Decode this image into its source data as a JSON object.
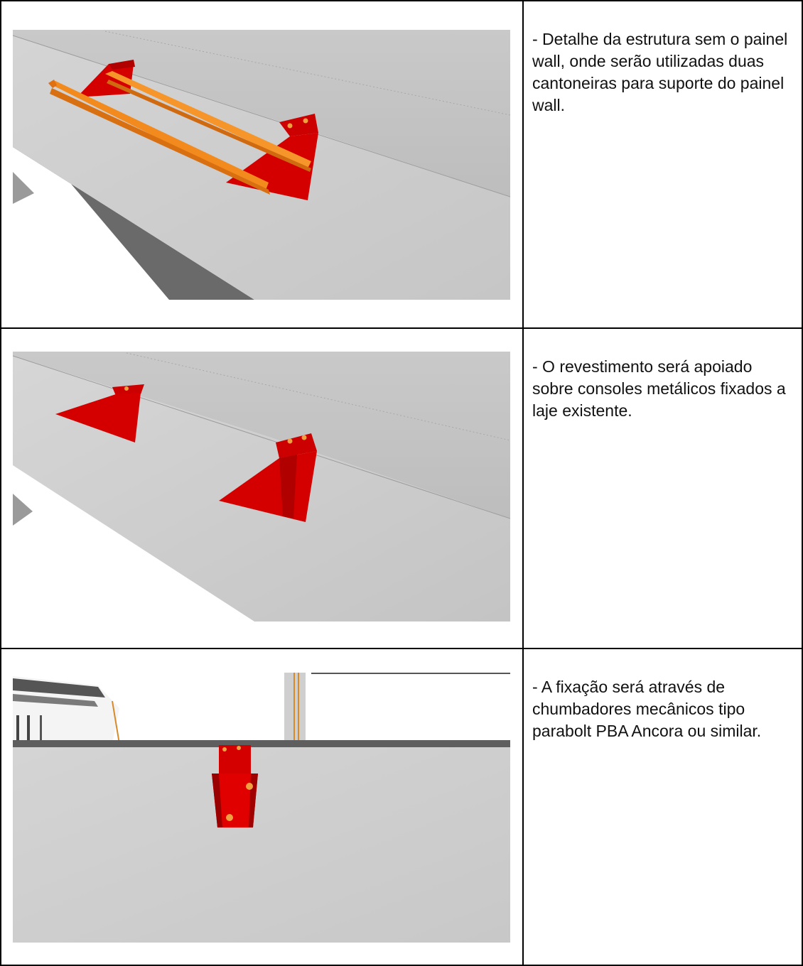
{
  "rows": [
    {
      "text": "- Detalhe da estrutura sem o painel wall, onde serão utilizadas duas cantoneiras para suporte do painel wall."
    },
    {
      "text": "- O revestimento será apoiado sobre consoles metálicos fixados a laje existente."
    },
    {
      "text": "- A fixação será através de chumbadores mecânicos tipo parabolt PBA Ancora ou similar."
    }
  ],
  "colors": {
    "bracket_red": "#d40000",
    "angle_orange": "#f28a1e",
    "concrete": "#cfcfcf",
    "bolt": "#f0a040"
  }
}
